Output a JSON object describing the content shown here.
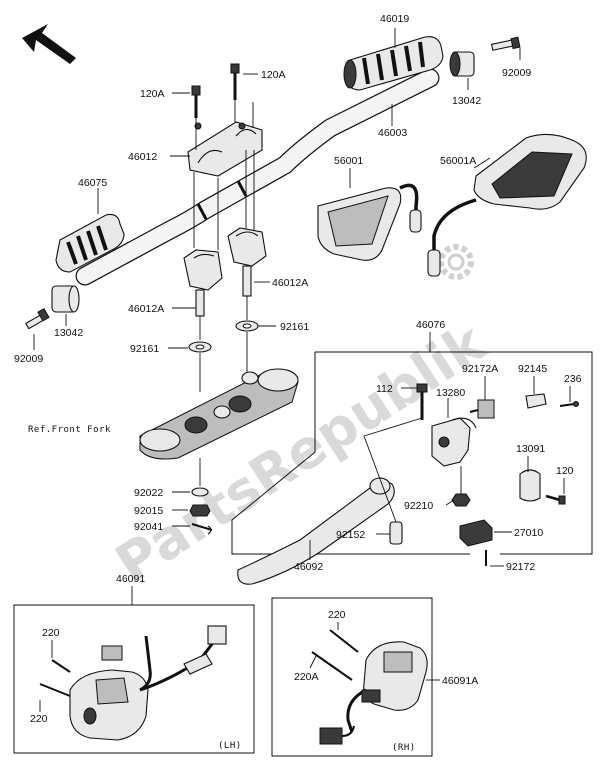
{
  "watermark": "PartsRepublik",
  "reference_note": "Ref.Front Fork",
  "box_labels": {
    "lh": "(LH)",
    "rh": "(RH)"
  },
  "parts": {
    "p46019": "46019",
    "p92009_top": "92009",
    "p13042_top": "13042",
    "p46003": "46003",
    "p120A_a": "120A",
    "p120A_b": "120A",
    "p46012": "46012",
    "p46075": "46075",
    "p56001": "56001",
    "p56001A": "56001A",
    "p46012A_left": "46012A",
    "p46012A_right": "46012A",
    "p13042_bot": "13042",
    "p92009_bot": "92009",
    "p92161_left": "92161",
    "p92161_right": "92161",
    "p46076": "46076",
    "p92172A": "92172A",
    "p92145": "92145",
    "p236": "236",
    "p112": "112",
    "p13280": "13280",
    "p13091": "13091",
    "p120": "120",
    "p92022": "92022",
    "p92015": "92015",
    "p92041": "92041",
    "p92210": "92210",
    "p92152": "92152",
    "p27010": "27010",
    "p46092": "46092",
    "p92172": "92172",
    "p46091": "46091",
    "p220_lh_a": "220",
    "p220_lh_b": "220",
    "p220_rh": "220",
    "p220A": "220A",
    "p46091A": "46091A"
  },
  "icons": {
    "direction": "front-arrow-icon",
    "gear": "gear-icon"
  }
}
